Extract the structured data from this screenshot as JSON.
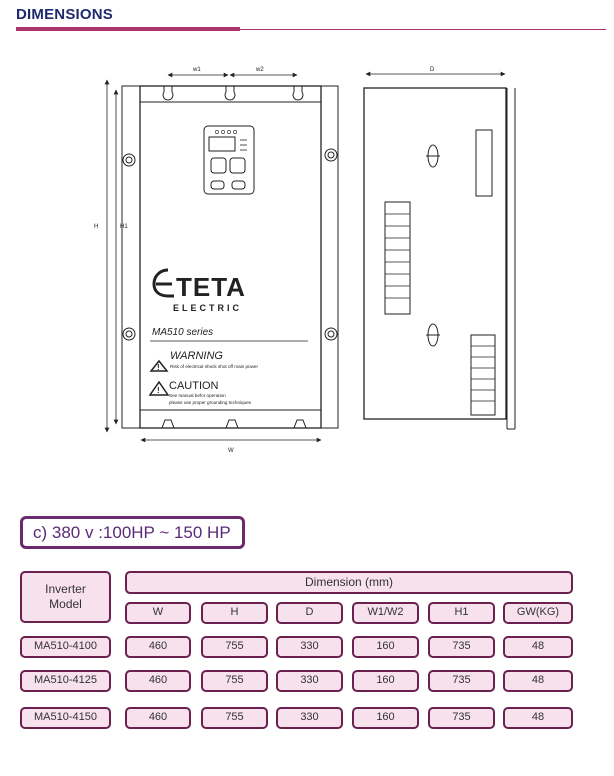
{
  "header": {
    "title": "DIMENSIONS"
  },
  "drawing": {
    "dims": {
      "w1": "w1",
      "w2": "w2",
      "d": "D",
      "h": "H",
      "h1": "H1",
      "w": "W"
    },
    "brand": {
      "name": "TETA",
      "sub": "ELECTRIC"
    },
    "series": "MA510 series",
    "warning": {
      "title": "WARNING",
      "text": "Risk of electrical shock shot off main power"
    },
    "caution": {
      "title": "CAUTION",
      "line1": "See manual befor operation",
      "line2": "please use proper grounding techniques"
    }
  },
  "section": {
    "label": "c) 380 v :100HP ~ 150 HP"
  },
  "table": {
    "model_header_line1": "Inverter",
    "model_header_line2": "Model",
    "group_header": "Dimension (mm)",
    "columns": [
      "W",
      "H",
      "D",
      "W1/W2",
      "H1",
      "GW(KG)"
    ],
    "rows": [
      {
        "model": "MA510-4100",
        "values": [
          "460",
          "755",
          "330",
          "160",
          "735",
          "48"
        ]
      },
      {
        "model": "MA510-4125",
        "values": [
          "460",
          "755",
          "330",
          "160",
          "735",
          "48"
        ]
      },
      {
        "model": "MA510-4150",
        "values": [
          "460",
          "755",
          "330",
          "160",
          "735",
          "48"
        ]
      }
    ]
  }
}
